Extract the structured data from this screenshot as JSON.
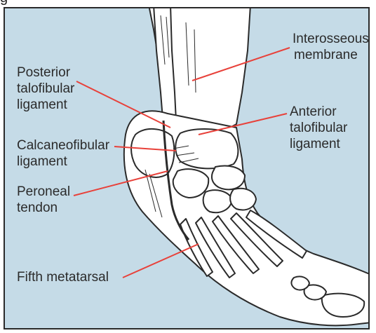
{
  "caption_fragment": "g",
  "colors": {
    "background": "#c5dbe7",
    "leader_line": "#e8413a",
    "outline": "#2a2a2a",
    "bone_fill": "#ffffff"
  },
  "labels": {
    "interosseous": [
      "Interosseous",
      "membrane"
    ],
    "posterior_talofibular": [
      "Posterior",
      "talofibular",
      "ligament"
    ],
    "anterior_talofibular": [
      "Anterior",
      "talofibular",
      "ligament"
    ],
    "calcaneofibular": [
      "Calcaneofibular",
      "ligament"
    ],
    "peroneal": [
      "Peroneal",
      "tendon"
    ],
    "fifth_metatarsal": [
      "Fifth metatarsal"
    ]
  }
}
